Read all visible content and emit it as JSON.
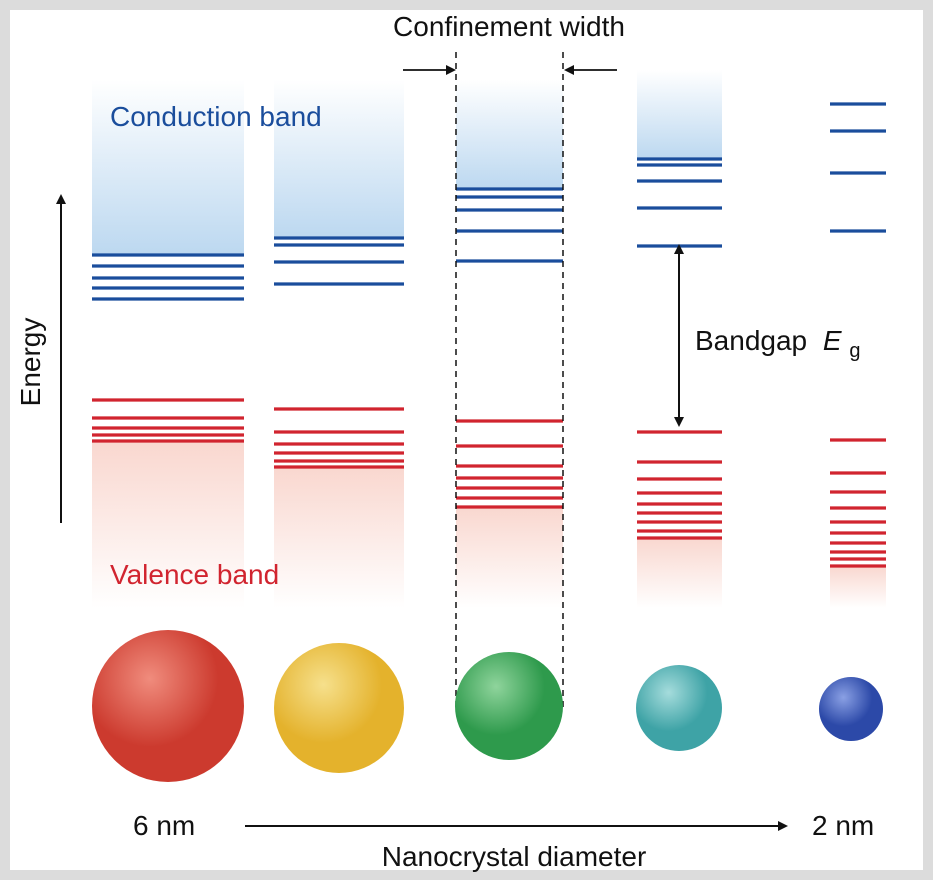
{
  "labels": {
    "confinement": "Confinement width",
    "conduction": "Conduction band",
    "valence": "Valence band",
    "energy": "Energy",
    "bandgap": "Bandgap",
    "eg_symbol": "E",
    "eg_sub": "g",
    "size_left": "6 nm",
    "size_right": "2 nm",
    "diameter": "Nanocrystal diameter"
  },
  "colors": {
    "conduction": "#1a4d9c",
    "valence": "#d1242f",
    "conduction_fill": "#bcd8f0",
    "valence_fill": "#f9d7cf"
  },
  "icons": [
    "energy-arrow-icon",
    "bandgap-arrow-icon",
    "diameter-arrow-icon",
    "confinement-arrow-icon"
  ],
  "nanocrystals": [
    {
      "name": "6 nm",
      "color": "#cc3a2e",
      "highlight": "#f08c7d"
    },
    {
      "name": "",
      "color": "#e4b22c",
      "highlight": "#f6e08c"
    },
    {
      "name": "",
      "color": "#2e9a4c",
      "highlight": "#8fd49c"
    },
    {
      "name": "",
      "color": "#3ea3a6",
      "highlight": "#a5dcdc"
    },
    {
      "name": "2 nm",
      "color": "#2c49a8",
      "highlight": "#8aa0e4"
    }
  ]
}
